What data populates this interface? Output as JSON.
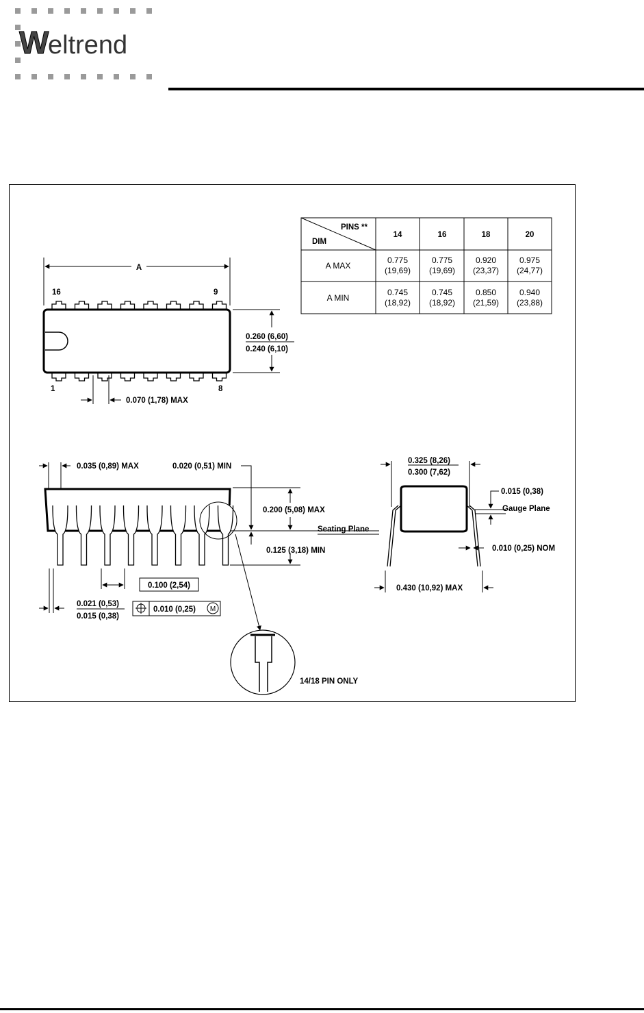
{
  "header": {
    "logo_text": "Weltrend",
    "logo_initial": "W",
    "logo_rest": "eltrend"
  },
  "dimension_table": {
    "corner_top": "PINS **",
    "corner_bottom": "DIM",
    "pins": [
      "14",
      "16",
      "18",
      "20"
    ],
    "rows": [
      {
        "label": "A  MAX",
        "values": [
          [
            "0.775",
            "(19,69)"
          ],
          [
            "0.775",
            "(19,69)"
          ],
          [
            "0.920",
            "(23,37)"
          ],
          [
            "0.975",
            "(24,77)"
          ]
        ]
      },
      {
        "label": "A  MIN",
        "values": [
          [
            "0.745",
            "(18,92)"
          ],
          [
            "0.745",
            "(18,92)"
          ],
          [
            "0.850",
            "(21,59)"
          ],
          [
            "0.940",
            "(23,88)"
          ]
        ]
      }
    ]
  },
  "top_view": {
    "length_label": "A",
    "pin_top_left": "16",
    "pin_top_right": "9",
    "pin_bottom_left": "1",
    "pin_bottom_right": "8",
    "width_max": "0.260 (6,60)",
    "width_min": "0.240 (6,10)",
    "lead_width_max": "0.070 (1,78) MAX"
  },
  "side_view": {
    "end_lead_max": "0.035 (0,89) MAX",
    "seating_min": "0.020 (0,51) MIN",
    "body_height_max": "0.200 (5,08) MAX",
    "seating_plane": "Seating Plane",
    "lead_length_min": "0.125 (3,18) MIN",
    "pitch": "0.100 (2,54)",
    "lead_dia_max": "0.021 (0,53)",
    "lead_dia_min": "0.015 (0,38)",
    "tolerance": "0.010 (0,25)",
    "tolerance_modifier": "M"
  },
  "end_view": {
    "row_spacing_max": "0.325 (8,26)",
    "row_spacing_min": "0.300 (7,62)",
    "gauge_dim": "0.015 (0,38)",
    "gauge_plane": "Gauge Plane",
    "lead_thickness": "0.010 (0,25) NOM",
    "overall_max": "0.430 (10,92) MAX"
  },
  "detail": {
    "note": "14/18 PIN ONLY"
  }
}
